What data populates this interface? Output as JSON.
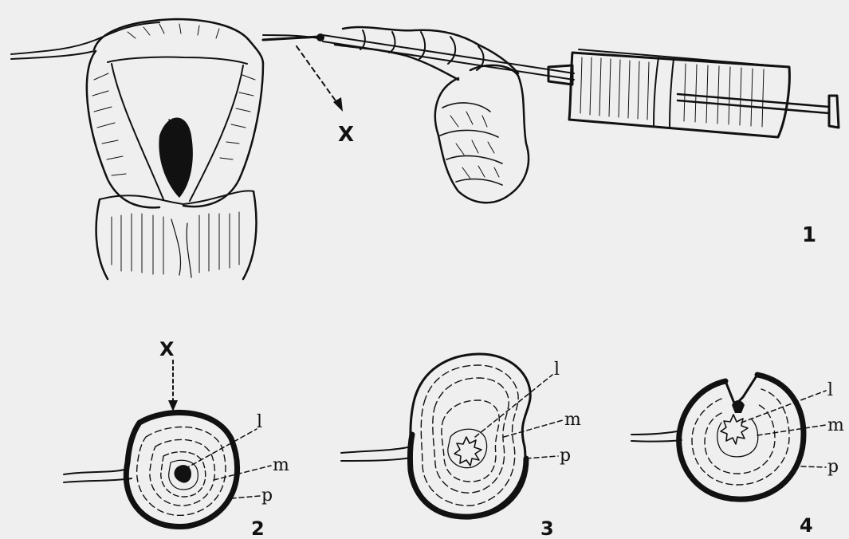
{
  "figure": {
    "panel_numbers": [
      "1",
      "2",
      "3",
      "4"
    ],
    "marker": "X",
    "layer_labels": {
      "lumen": "l",
      "muscular": "m",
      "peritoneal": "p"
    },
    "colors": {
      "background": "#efefef",
      "ink": "#111111"
    }
  }
}
